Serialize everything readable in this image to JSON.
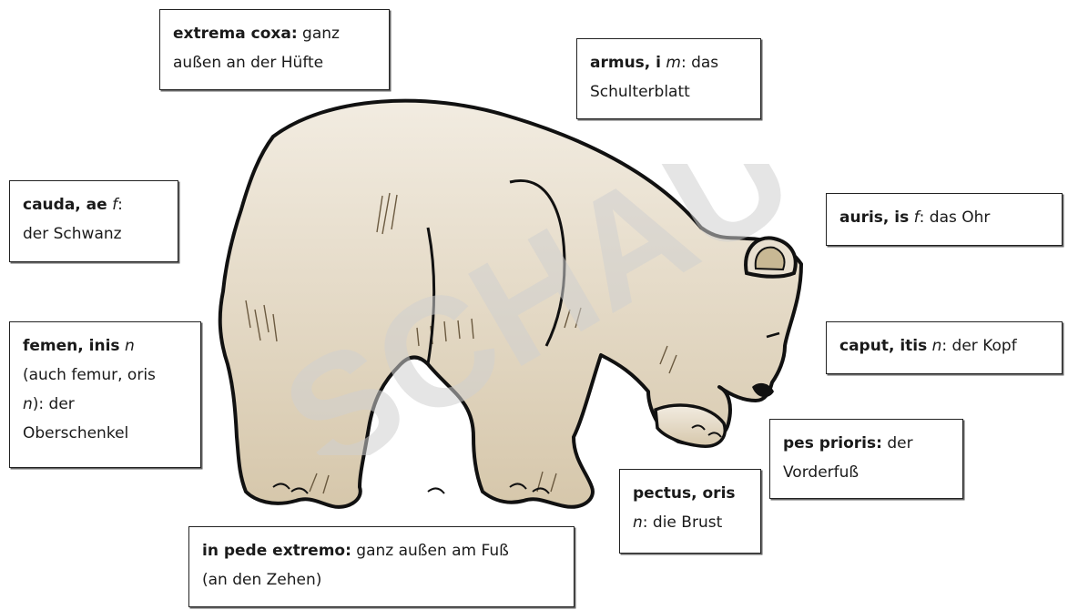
{
  "labels": {
    "extrema_coxa": {
      "term": "extrema coxa:",
      "rest_line1": " ganz",
      "line2": "außen an der Hüfte"
    },
    "armus": {
      "term": "armus, i",
      "gender": "m",
      "rest_line1": ": das",
      "line2": "Schulterblatt"
    },
    "cauda": {
      "term": "cauda, ae",
      "gender": "f",
      "rest_line1": ":",
      "line2": "der Schwanz"
    },
    "auris": {
      "term": "auris, is",
      "gender": "f",
      "rest": ": das Ohr"
    },
    "femen": {
      "term": "femen, inis",
      "gender": "n",
      "line2": "(auch femur, oris",
      "line3_gender": "n",
      "line3_rest": "): der",
      "line4": "Oberschenkel"
    },
    "caput": {
      "term": "caput, itis",
      "gender": "n",
      "rest": ": der Kopf"
    },
    "pes_prioris": {
      "term": "pes prioris:",
      "rest_line1": " der",
      "line2": "Vorderfuß"
    },
    "pectus": {
      "term": "pectus, oris",
      "line2_gender": "n",
      "line2_rest": ": die Brust"
    },
    "in_pede": {
      "term": "in pede extremo:",
      "rest_line1": " ganz außen am Fuß",
      "line2": "(an den Zehen)"
    }
  },
  "watermark": {
    "text": "SCHAU",
    "color": "#d0d0d0"
  },
  "colors": {
    "fur_light": "#ece5d8",
    "fur_shadow": "#d4c5a8",
    "outline": "#111111"
  }
}
